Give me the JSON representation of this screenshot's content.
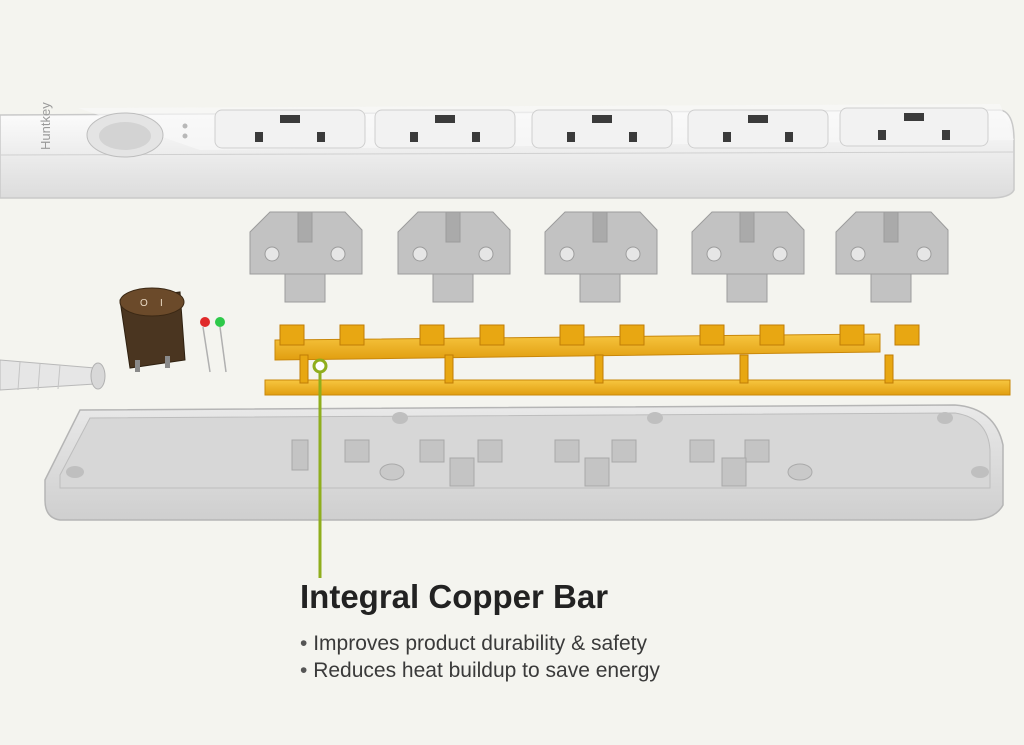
{
  "brand": {
    "logo_text": "Huntkey"
  },
  "callout": {
    "title": "Integral Copper Bar",
    "bullets": [
      "Improves product durability & safety",
      "Reduces heat buildup to save energy"
    ]
  },
  "product": {
    "socket_count": 5,
    "led_colors": [
      "#e02a2a",
      "#2ec94a"
    ],
    "copper_color": "#f0b21e",
    "accent_line_color": "#8fae1c"
  }
}
